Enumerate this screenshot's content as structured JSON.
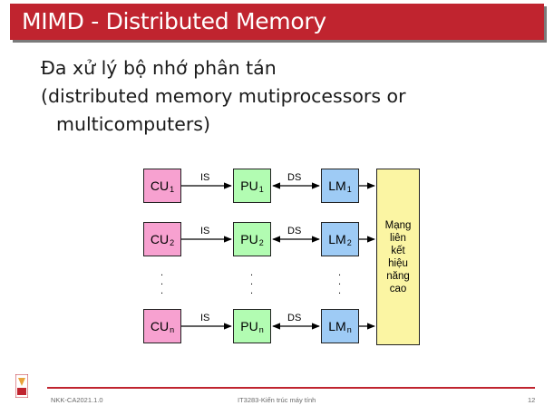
{
  "title": "MIMD - Distributed Memory",
  "body": {
    "line1": "Đa xử lý bộ nhớ phân tán",
    "line2": "(distributed memory mutiprocessors or",
    "line3": "multicomputers)"
  },
  "diagram": {
    "rows": [
      {
        "cu": "CU",
        "pu": "PU",
        "lm": "LM",
        "sub": "1",
        "is": "IS",
        "ds": "DS"
      },
      {
        "cu": "CU",
        "pu": "PU",
        "lm": "LM",
        "sub": "2",
        "is": "IS",
        "ds": "DS"
      },
      {
        "cu": "CU",
        "pu": "PU",
        "lm": "LM",
        "sub": "n",
        "is": "IS",
        "ds": "DS"
      }
    ],
    "network": [
      "Mạng",
      "liên",
      "kết",
      "hiệu",
      "năng",
      "cao"
    ],
    "colors": {
      "cu": "#f7a1d0",
      "pu": "#b2fcb2",
      "lm": "#9ecbf5",
      "network": "#fbf5a3",
      "accent": "#c0242f"
    }
  },
  "footer": {
    "left": "NKK-CA2021.1.0",
    "center": "IT3283-Kiến trúc máy tính",
    "page": "12"
  }
}
